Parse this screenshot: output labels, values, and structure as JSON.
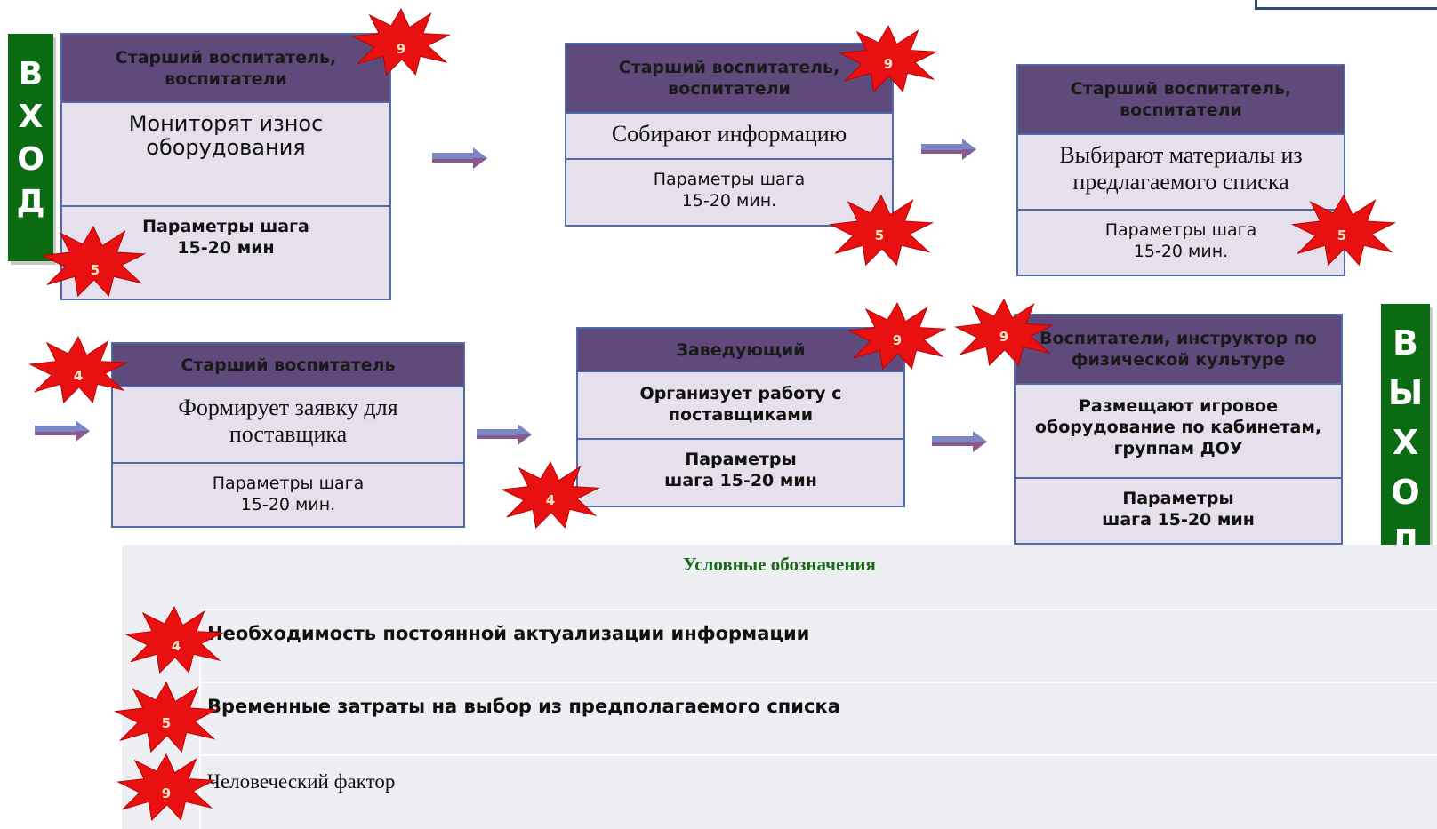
{
  "side_labels": {
    "entry": [
      "В",
      "Х",
      "О",
      "Д"
    ],
    "exit": [
      "В",
      "Ы",
      "Х",
      "О",
      "Д"
    ]
  },
  "steps": [
    {
      "role": "Старший воспитатель, воспитатели",
      "action": "Мониторят износ оборудования",
      "params": "Параметры шага 15-20 мин"
    },
    {
      "role": "Старший воспитатель, воспитатели",
      "action": "Собирают информацию",
      "params": "Параметры шага 15-20 мин."
    },
    {
      "role": "Старший воспитатель, воспитатели",
      "action": "Выбирают материалы из предлагаемого списка",
      "params": "Параметры шага 15-20 мин."
    },
    {
      "role": "Старший воспитатель",
      "action": "Формирует заявку для поставщика",
      "params": "Параметры шага 15-20 мин."
    },
    {
      "role": "Заведующий",
      "action": "Организует работу с поставщиками",
      "params": "Параметры шага 15-20 мин"
    },
    {
      "role": "Воспитатели, инструктор по физической культуре",
      "action": "Размещают игровое оборудование по кабинетам, группам ДОУ",
      "params": "Параметры шага 15-20 мин"
    }
  ],
  "badges": [
    "9",
    "5",
    "9",
    "5",
    "5",
    "4",
    "9",
    "4",
    "9"
  ],
  "legend": {
    "title": "Условные обозначения",
    "items": [
      {
        "badge": "4",
        "text": "Необходимость постоянной актуализации информации"
      },
      {
        "badge": "5",
        "text": "Временные затраты  на выбор из предполагаемого списка"
      },
      {
        "badge": "9",
        "text": "Человеческий фактор"
      }
    ]
  },
  "colors": {
    "role_header": "#5f4a7b",
    "box_fill": "#e6e0ec",
    "box_border": "#4f6ca8",
    "side_label": "#0b6b12",
    "badge": "#e81010",
    "legend_bg": "#eeeff2"
  }
}
